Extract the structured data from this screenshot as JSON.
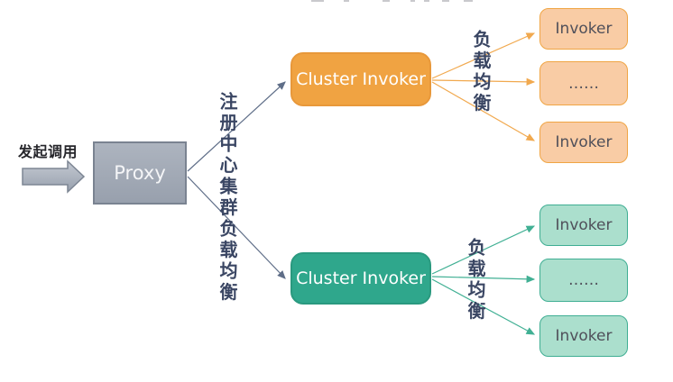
{
  "artifact": {
    "note": "cropped text remnants along top edge"
  },
  "caller": {
    "label": "发起调用"
  },
  "proxy": {
    "label": "Proxy"
  },
  "registry": {
    "label": "注册中心集群负载均衡"
  },
  "clusters": {
    "top": {
      "label": "Cluster Invoker",
      "balance_label": "负载均衡",
      "invokers": [
        "Invoker",
        "……",
        "Invoker"
      ],
      "box_fill": "#F0A342",
      "invoker_fill": "#F9CCA5",
      "invoker_border": "#F0A544",
      "arrow_color": "#F1A94F"
    },
    "bottom": {
      "label": "Cluster Invoker",
      "balance_label": "负载均衡",
      "invokers": [
        "Invoker",
        "……",
        "Invoker"
      ],
      "box_fill": "#2FA78C",
      "invoker_fill": "#ABDFCD",
      "invoker_border": "#3FAE93",
      "arrow_color": "#41B094"
    }
  },
  "colors": {
    "connector": "#5F6E88",
    "cjk_label_text": "#3A4663",
    "proxy_fill": "#A2AAB6",
    "proxy_border": "#7A8391",
    "invoker_text": "#50505A",
    "block_arrow_fill": "#AEB5C0"
  }
}
